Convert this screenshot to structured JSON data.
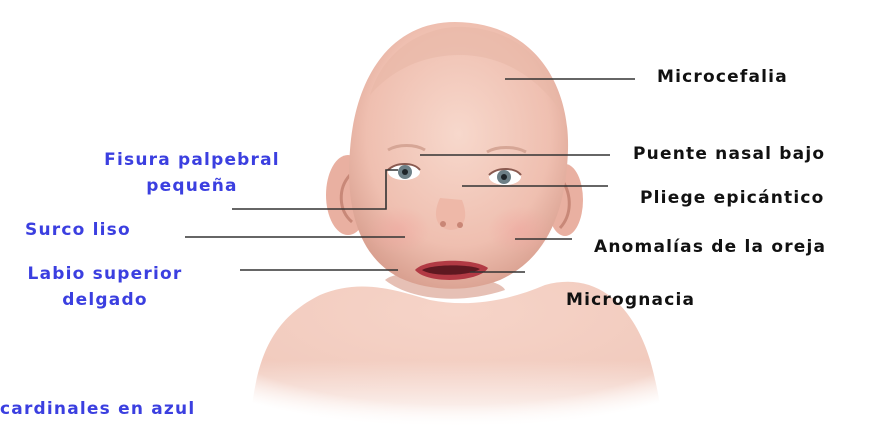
{
  "colors": {
    "key_feature": "#3b3fe0",
    "other_feature": "#111111",
    "leader_line": "#333333",
    "skin": "#f3cbbe",
    "skin_shadow": "#d89c8c",
    "lips": "#b23a44",
    "iris": "#6d7f86"
  },
  "labels": {
    "microcefalia": "Microcefalia",
    "puente_nasal": "Puente nasal bajo",
    "pliege_epicantico": "Pliege epicántico",
    "anomalias_oreja": "Anomalías de la oreja",
    "micrognacia": "Micrognacia",
    "fisura_line1": "Fisura palpebral",
    "fisura_line2": "pequeña",
    "surco_liso": "Surco liso",
    "labio_line1": "Labio superior",
    "labio_line2": "delgado",
    "legend": "cardinales en azul"
  }
}
